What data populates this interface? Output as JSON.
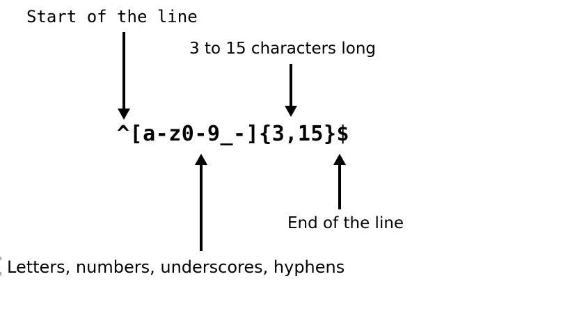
{
  "page": {
    "background": "#ffffff",
    "text_color": "#000000",
    "arrow_color": "#000000"
  },
  "regex": {
    "pattern": "^[a-z0-9_-]{3,15}$"
  },
  "annotations": {
    "start": {
      "label": "Start of the line",
      "points_to": "^",
      "arrow_direction": "down"
    },
    "length": {
      "label": "3 to 15 characters long",
      "points_to": "{3,15}",
      "arrow_direction": "down"
    },
    "end": {
      "label": "End of the line",
      "points_to": "$",
      "arrow_direction": "up"
    },
    "charclass": {
      "label": "Letters, numbers, underscores, hyphens",
      "points_to": "[a-z0-9_-]",
      "arrow_direction": "up"
    }
  }
}
